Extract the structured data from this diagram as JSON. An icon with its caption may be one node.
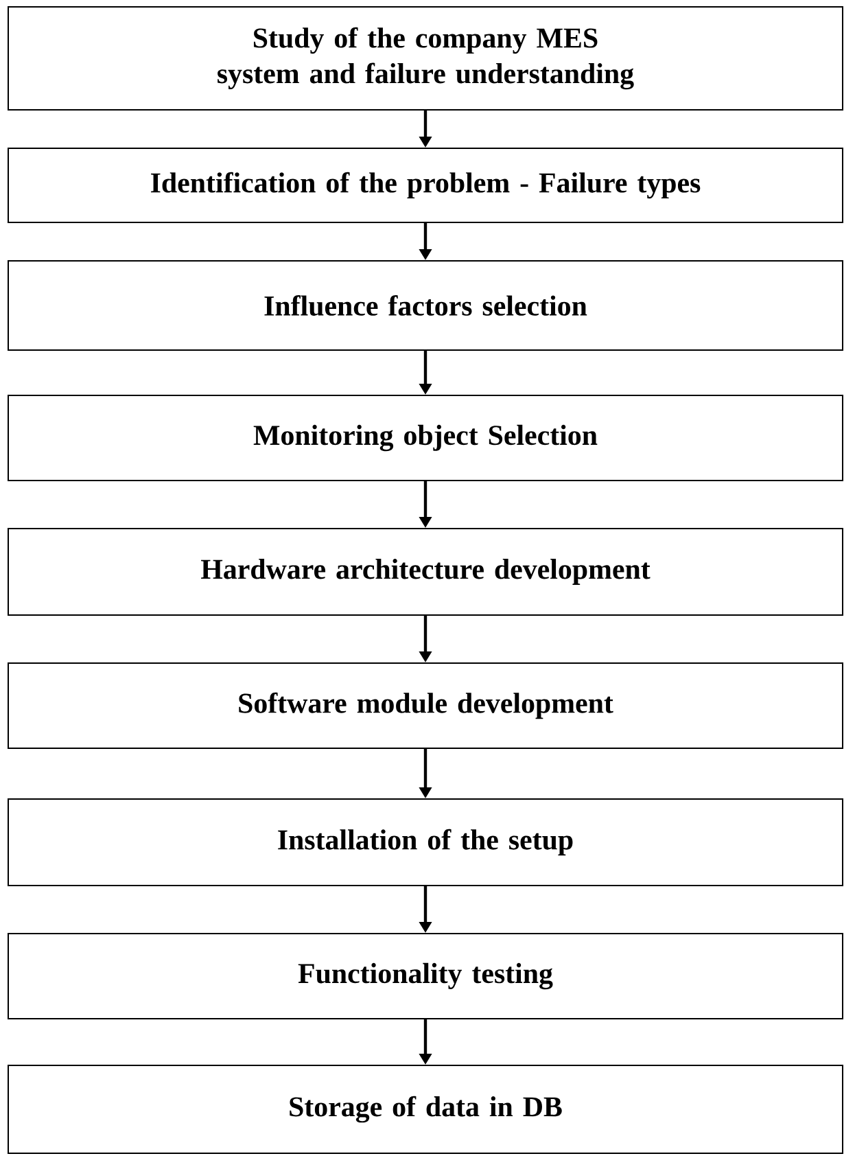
{
  "diagram": {
    "nodes": [
      {
        "text": [
          "Study of the company MES system and failure understanding"
        ]
      },
      {
        "text": [
          "Identification of the problem - Failure types"
        ]
      },
      {
        "text": [
          "Influence factors selection"
        ]
      },
      {
        "text": [
          "Monitoring object Selection"
        ]
      },
      {
        "text": [
          "Hardware architecture development"
        ]
      },
      {
        "text": [
          "Software module development"
        ]
      },
      {
        "text": [
          "Installation of the setup"
        ]
      },
      {
        "text": [
          "Functionality testing"
        ]
      },
      {
        "text": [
          "Storage of data in DB"
        ]
      }
    ],
    "edges": [
      {
        "from": 0,
        "to": 1,
        "arrow": "to"
      },
      {
        "from": 1,
        "to": 2,
        "arrow": "to"
      },
      {
        "from": 2,
        "to": 3,
        "arrow": "to"
      },
      {
        "from": 3,
        "to": 4,
        "arrow": "to"
      },
      {
        "from": 4,
        "to": 5,
        "arrow": "to"
      },
      {
        "from": 5,
        "to": 6,
        "arrow": "to"
      },
      {
        "from": 6,
        "to": 7,
        "arrow": "to"
      },
      {
        "from": 7,
        "to": 8,
        "arrow": "to"
      }
    ]
  }
}
